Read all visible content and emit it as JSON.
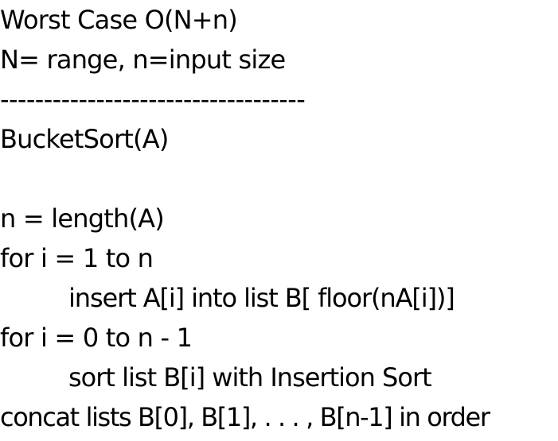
{
  "header": {
    "complexity": "Worst Case O(N+n)",
    "definitions": "N= range, n=input size",
    "separator": "-----------------------------------"
  },
  "code": {
    "signature": "BucketSort(A)",
    "lines": [
      "n = length(A)",
      "for i = 1 to n",
      "insert A[i] into list B[ floor(nA[i])]",
      "for i = 0 to n - 1",
      "sort list B[i] with Insertion Sort",
      "concat lists B[0], B[1], . . . , B[n-1] in order"
    ]
  }
}
